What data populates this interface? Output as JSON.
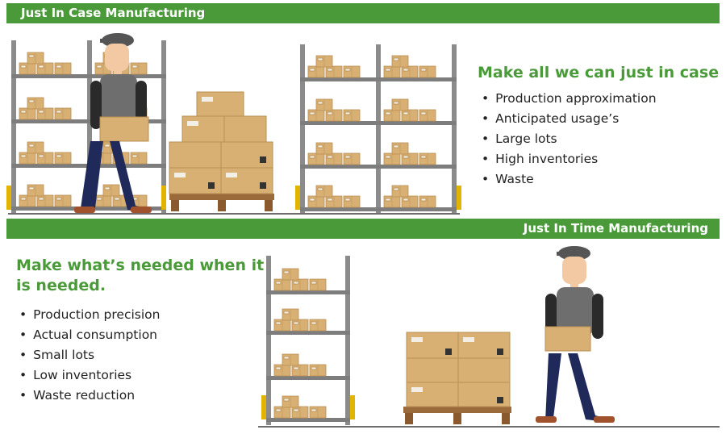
{
  "jic": {
    "band_title": "Just In Case Manufacturing",
    "heading": "Make all we can just in case",
    "bullets": [
      "Production approximation",
      "Anticipated usage’s",
      "Large lots",
      "High inventories",
      "Waste"
    ]
  },
  "jit": {
    "band_title": "Just In Time Manufacturing",
    "heading": "Make what’s needed when it is needed.",
    "bullets": [
      "Production precision",
      "Actual consumption",
      "Small lots",
      "Low inventories",
      "Waste reduction"
    ]
  },
  "colors": {
    "brand_green": "#4a9a3a",
    "shelf_gray": "#8b8b8b",
    "box_tan": "#d8b074",
    "pallet_brown": "#9a6a3a",
    "shirt_gray": "#6e6e6e",
    "pants_navy": "#1f2a5a"
  },
  "icons": [
    "worker-icon",
    "shelving-rack-icon",
    "box-icon",
    "pallet-icon"
  ]
}
